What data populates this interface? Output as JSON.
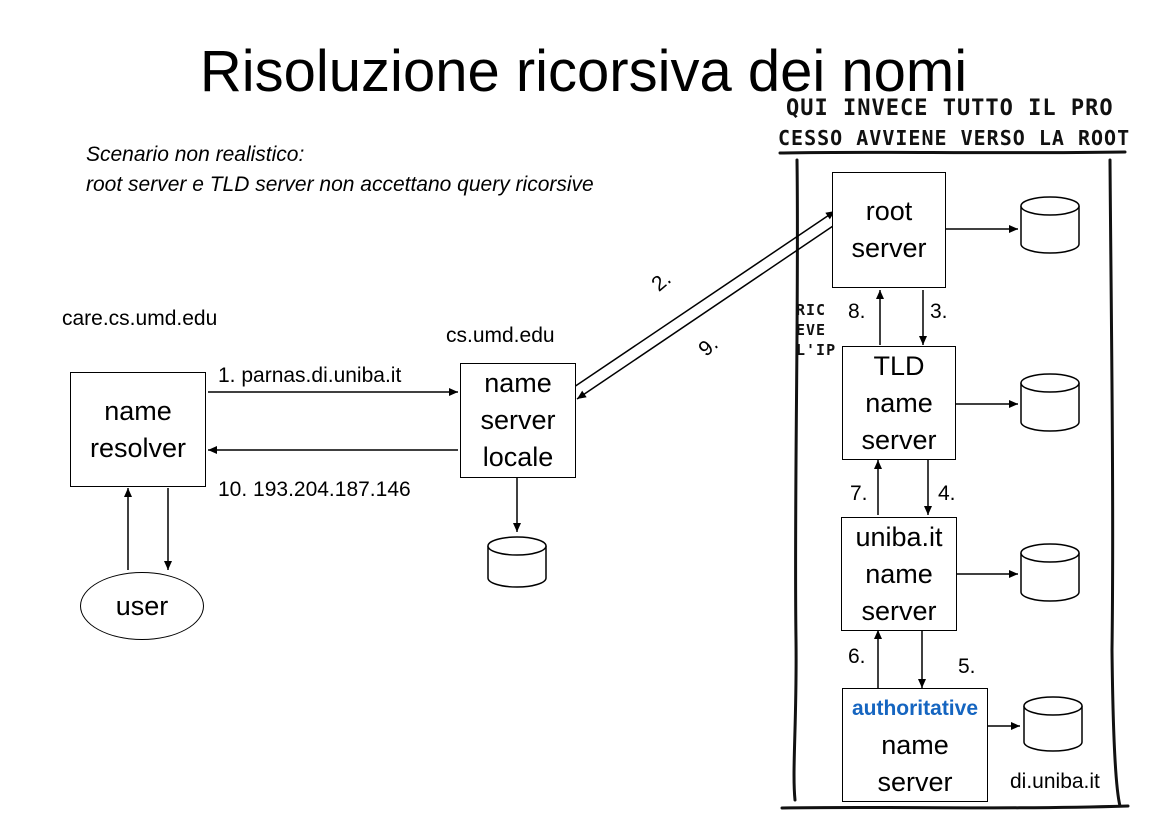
{
  "title": "Risoluzione ricorsiva dei nomi",
  "subtitle": {
    "line1": "Scenario non realistico:",
    "line2": "root server e TLD server non accettano query ricorsive"
  },
  "handwritten": {
    "note_line1": "QUI INVECE TUTTO IL PRO",
    "note_line2": "CESSO AVVIENE VERSO LA ROOT",
    "side_note": [
      "RIC",
      "EVE",
      "L'IP"
    ]
  },
  "hosts": {
    "client": "care.cs.umd.edu",
    "local": "cs.umd.edu",
    "auth_domain": "di.uniba.it"
  },
  "nodes": {
    "resolver": [
      "name",
      "resolver"
    ],
    "local_ns": [
      "name",
      "server",
      "locale"
    ],
    "root": [
      "root",
      "server"
    ],
    "tld": [
      "TLD",
      "name",
      "server"
    ],
    "uniba": [
      "uniba.it",
      "name",
      "server"
    ],
    "auth": [
      "authoritative",
      "name",
      "server"
    ],
    "user": "user"
  },
  "steps": {
    "s1": "1. parnas.di.uniba.it",
    "s2": "2.",
    "s3": "3.",
    "s4": "4.",
    "s5": "5.",
    "s6": "6.",
    "s7": "7.",
    "s8": "8.",
    "s9": "9.",
    "s10": "10. 193.204.187.146"
  },
  "colors": {
    "authoritative_label": "#1565c0"
  }
}
